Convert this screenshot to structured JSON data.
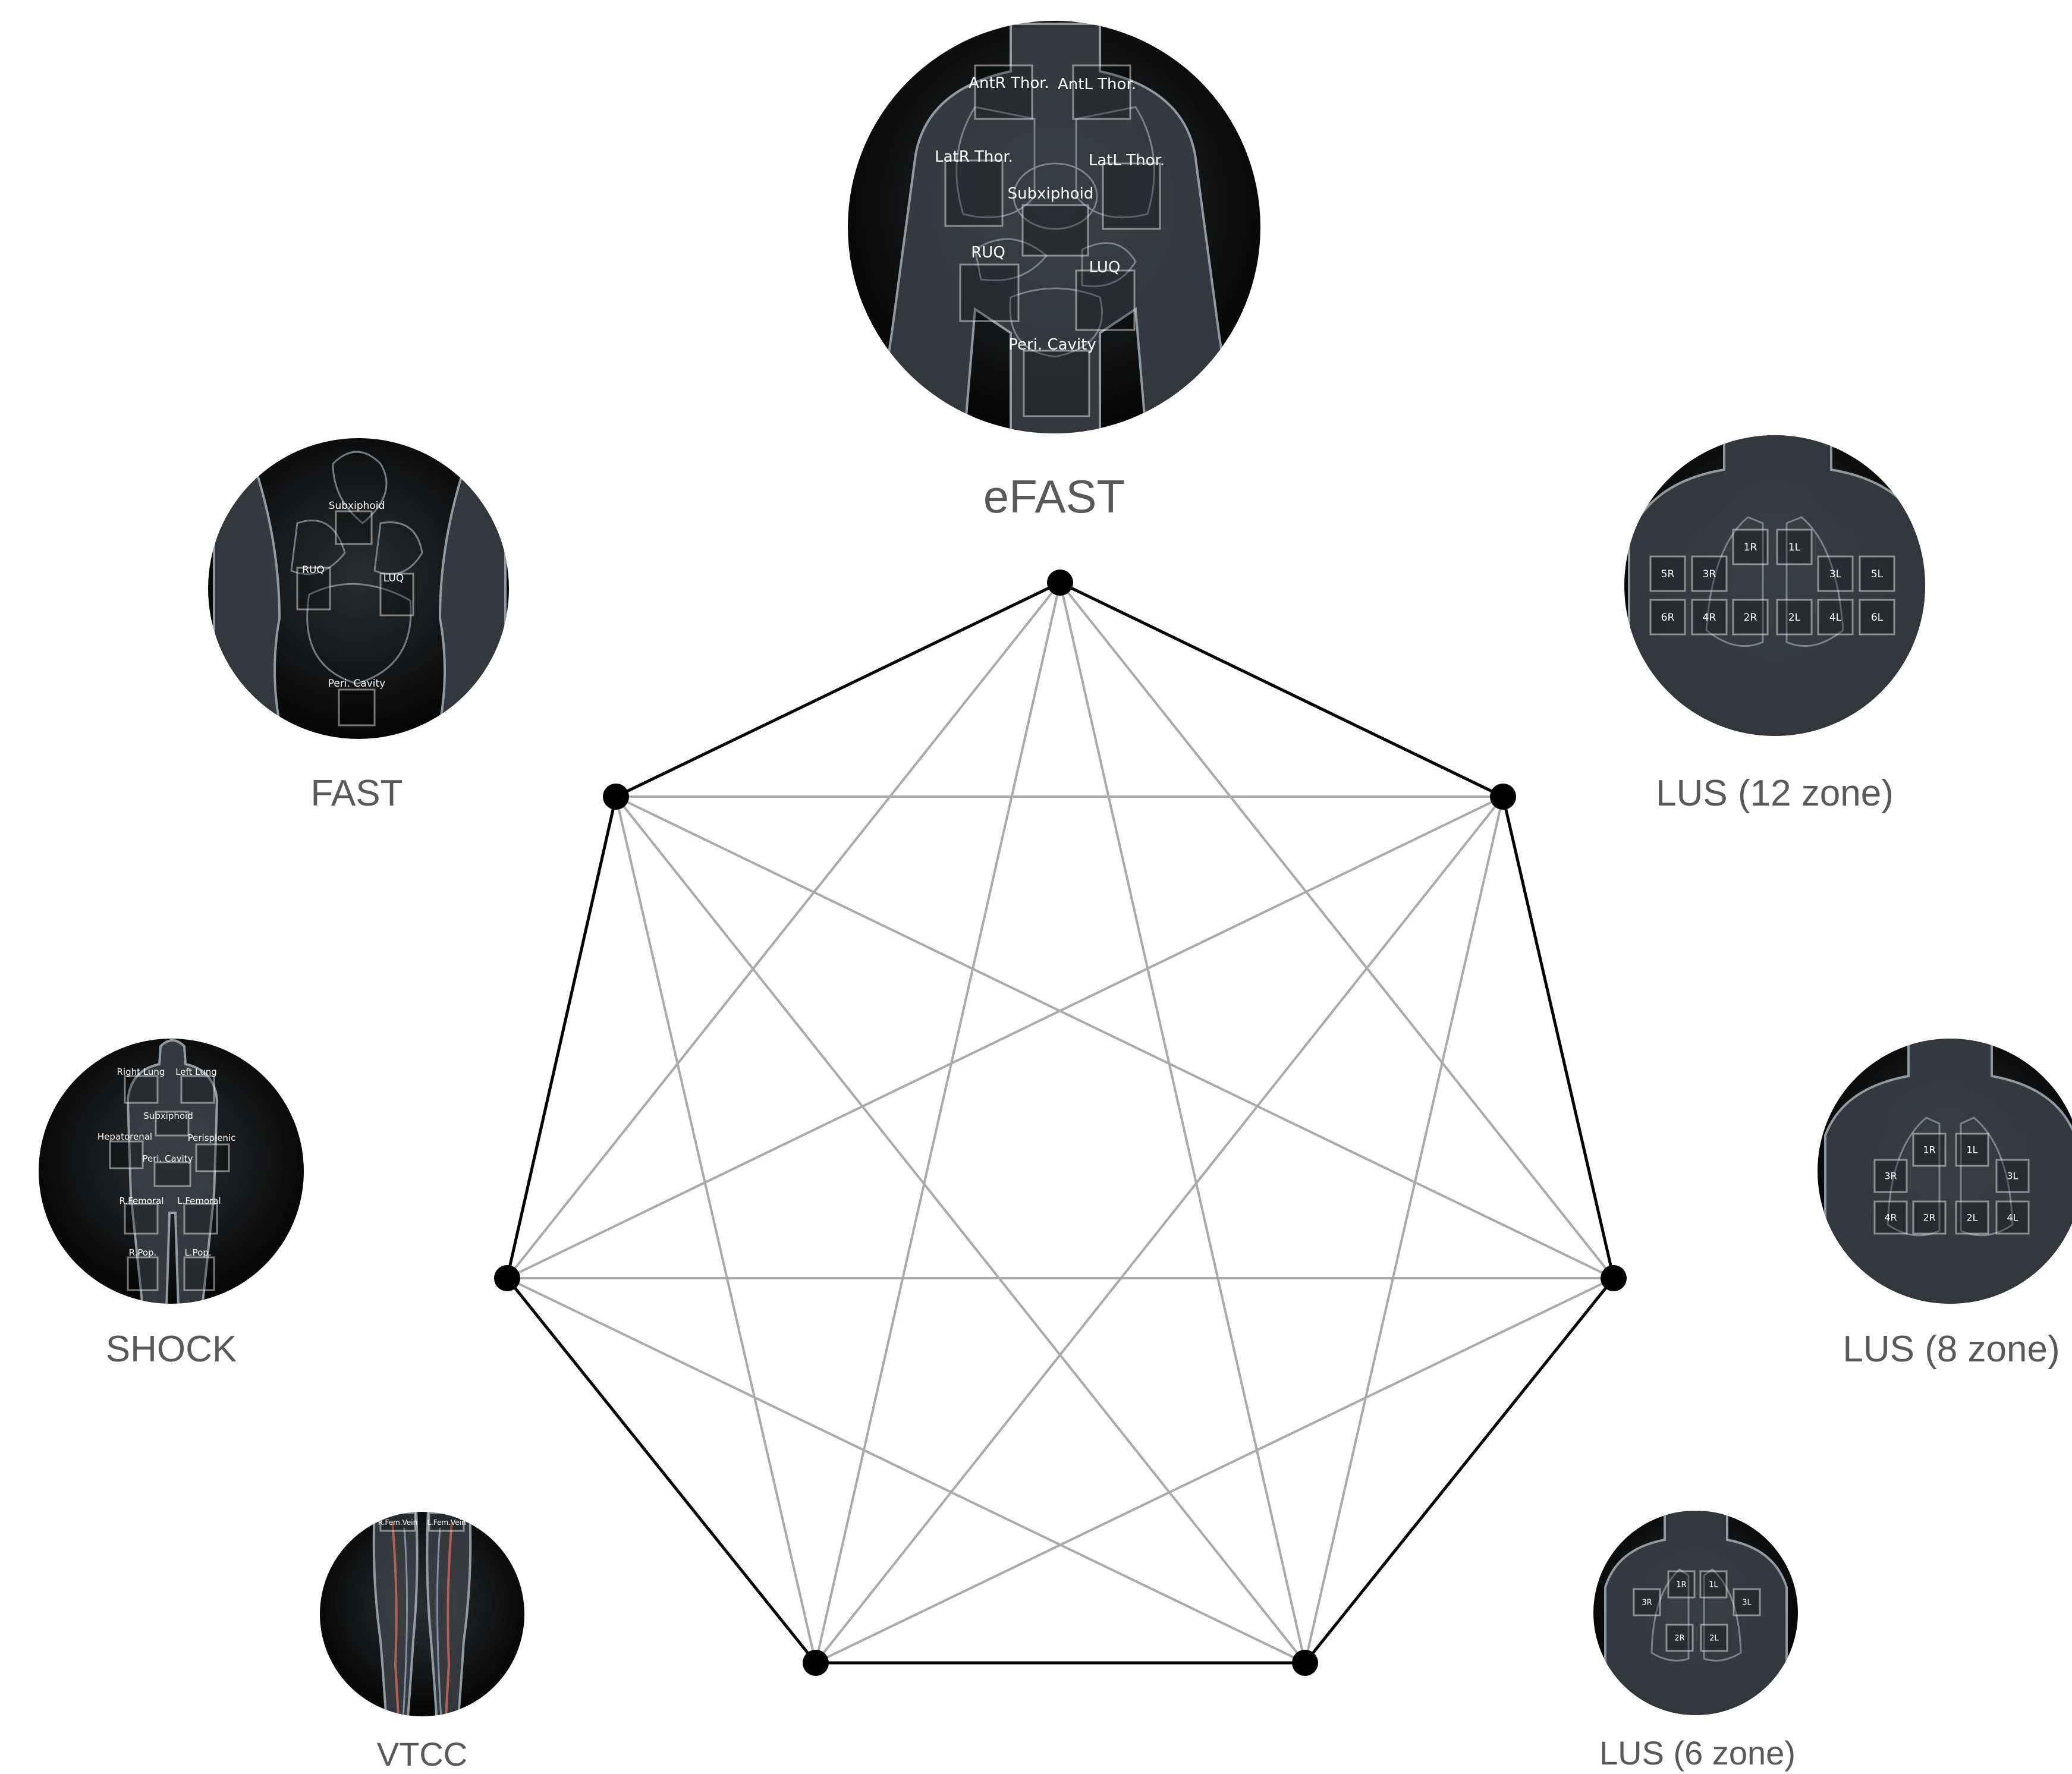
{
  "colors": {
    "background": "#ffffff",
    "outer_edge": "#000000",
    "inner_edge": "#aaaaaa",
    "node": "#000000",
    "label": "#595959",
    "thumbnail_bg": "#0c0c0c"
  },
  "protocols": [
    {
      "id": "efast",
      "label": "eFAST",
      "zones": [
        "AntR Thor.",
        "AntL Thor.",
        "LatR Thor.",
        "LatL Thor.",
        "Subxiphoid",
        "RUQ",
        "LUQ",
        "Peri. Cavity"
      ]
    },
    {
      "id": "lus12",
      "label": "LUS (12 zone)",
      "zones": [
        "1R",
        "1L",
        "5R",
        "3R",
        "3L",
        "5L",
        "6R",
        "4R",
        "2R",
        "2L",
        "4L",
        "6L"
      ]
    },
    {
      "id": "lus8",
      "label": "LUS (8 zone)",
      "zones": [
        "1R",
        "1L",
        "3R",
        "3L",
        "4R",
        "2R",
        "2L",
        "4L"
      ]
    },
    {
      "id": "lus6",
      "label": "LUS (6 zone)",
      "zones": [
        "1R",
        "1L",
        "3R",
        "3L",
        "2R",
        "2L"
      ]
    },
    {
      "id": "vtcc",
      "label": "VTCC",
      "zones": [
        "R.Fem.Vein",
        "L.Fem.Vein"
      ]
    },
    {
      "id": "shock",
      "label": "SHOCK",
      "zones": [
        "Right Lung",
        "Left Lung",
        "Subxiphoid",
        "Hepatorenal",
        "Perisplenic",
        "Peri. Cavity",
        "R.Femoral",
        "L.Femoral",
        "R.Pop.",
        "L.Pop."
      ]
    },
    {
      "id": "fast",
      "label": "FAST",
      "zones": [
        "Subxiphoid",
        "RUQ",
        "LUQ",
        "Peri. Cavity"
      ]
    }
  ],
  "graph": {
    "node_count": 7,
    "edges": "complete"
  }
}
